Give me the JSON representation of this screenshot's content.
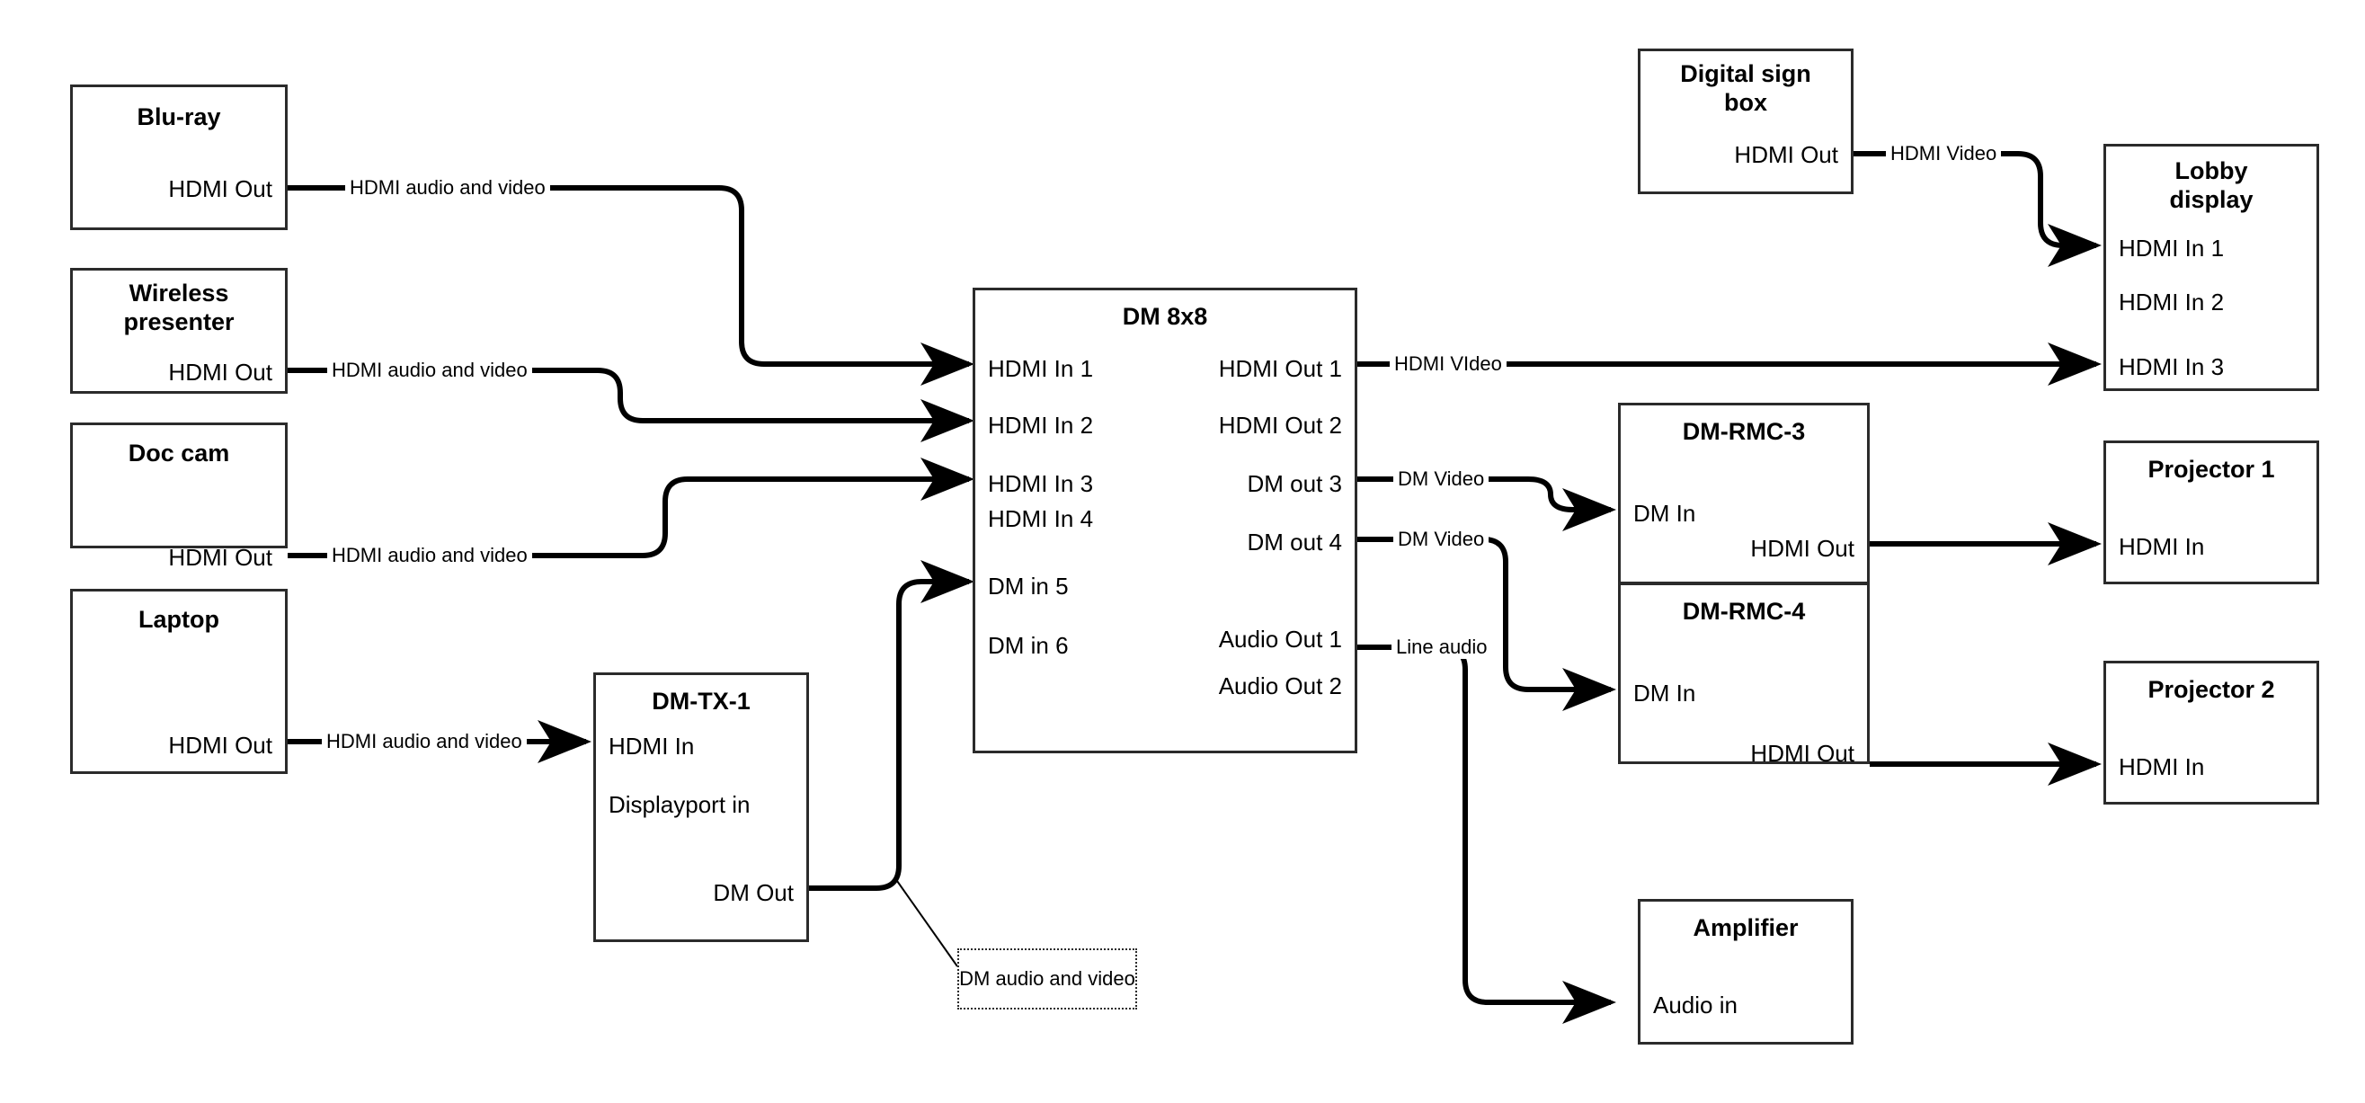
{
  "diagram": {
    "title": "AV signal flow diagram",
    "background": "#ffffff",
    "line_color": "#000000",
    "box_border_color": "#2b2b2b"
  },
  "nodes": {
    "bluray": {
      "title": "Blu-ray",
      "ports": {
        "hdmi_out": "HDMI Out"
      }
    },
    "wireless": {
      "title": "Wireless\npresenter",
      "ports": {
        "hdmi_out": "HDMI Out"
      }
    },
    "doccam": {
      "title": "Doc cam",
      "ports": {
        "hdmi_out": "HDMI Out"
      }
    },
    "laptop": {
      "title": "Laptop",
      "ports": {
        "hdmi_out": "HDMI Out"
      }
    },
    "dmtx1": {
      "title": "DM-TX-1",
      "ports": {
        "hdmi_in": "HDMI In",
        "displayport_in": "Displayport in",
        "dm_out": "DM Out"
      }
    },
    "dm8x8": {
      "title": "DM 8x8",
      "inputs": [
        "HDMI In 1",
        "HDMI In 2",
        "HDMI In 3",
        "HDMI In 4",
        "DM in 5",
        "DM in 6"
      ],
      "outputs": [
        "HDMI Out 1",
        "HDMI Out 2",
        "DM out 3",
        "DM out 4",
        "Audio Out 1",
        "Audio Out 2"
      ]
    },
    "digitalsign": {
      "title": "Digital sign\nbox",
      "ports": {
        "hdmi_out": "HDMI Out"
      }
    },
    "lobbydisplay": {
      "title": "Lobby\ndisplay",
      "ports": {
        "hdmi_in_1": "HDMI In 1",
        "hdmi_in_2": "HDMI In 2",
        "hdmi_in_3": "HDMI In 3"
      }
    },
    "dmrmc3": {
      "title": "DM-RMC-3",
      "ports": {
        "dm_in": "DM In",
        "hdmi_out": "HDMI Out"
      }
    },
    "dmrmc4": {
      "title": "DM-RMC-4",
      "ports": {
        "dm_in": "DM In",
        "hdmi_out": "HDMI Out"
      }
    },
    "projector1": {
      "title": "Projector 1",
      "ports": {
        "hdmi_in": "HDMI In"
      }
    },
    "projector2": {
      "title": "Projector 2",
      "ports": {
        "hdmi_in": "HDMI In"
      }
    },
    "amplifier": {
      "title": "Amplifier",
      "ports": {
        "audio_in": "Audio in"
      }
    }
  },
  "wire_labels": {
    "bluray_to_dm": "HDMI audio and video",
    "wireless_to_dm": "HDMI audio and video",
    "doccam_to_dm": "HDMI audio and video",
    "laptop_to_dmtx": "HDMI audio and video",
    "sign_to_lobby": "HDMI Video",
    "dm_hdmiout1": "HDMI VIdeo",
    "dm_dmout3": "DM Video",
    "dm_dmout4": "DM Video",
    "dm_audioout1": "Line audio"
  },
  "annotations": {
    "dm_audio_video": "DM audio and video"
  }
}
